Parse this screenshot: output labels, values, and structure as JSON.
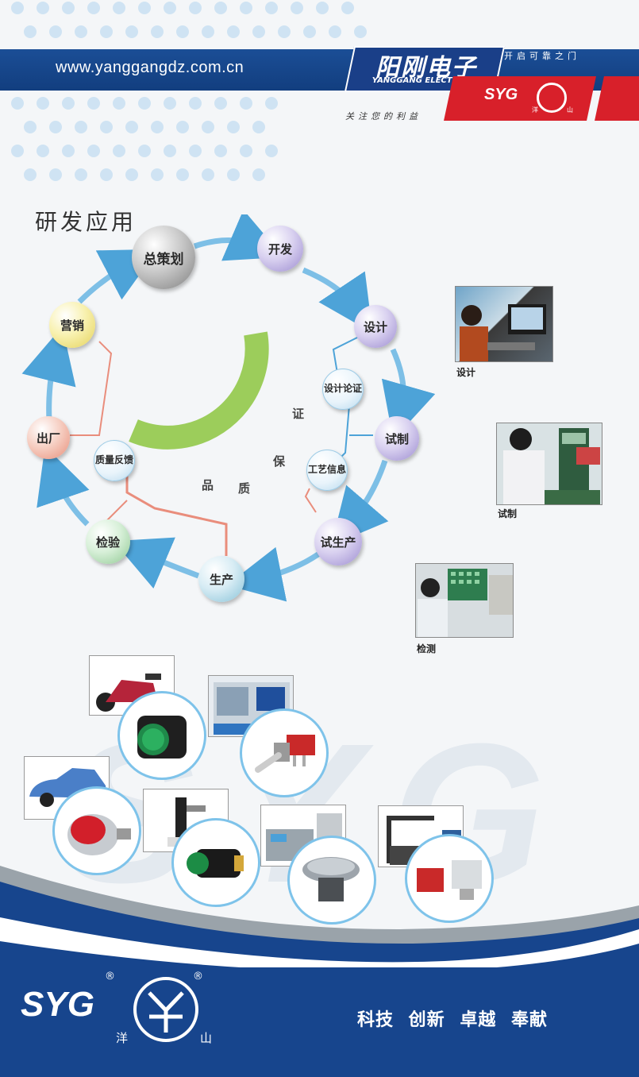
{
  "header": {
    "url": "www.yanggangdz.com.cn",
    "brand_cn": "阳刚电子",
    "brand_en": "YANGGANG ELECTRONIC",
    "slogan_open": "开启可靠之门",
    "slogan_care": "关注您的利益",
    "logo_text": "SYG",
    "logo_char_left": "洋",
    "logo_char_right": "山"
  },
  "section_title": "研发应用",
  "cycle": {
    "center": "总策划",
    "develop": "开发",
    "design": "设计",
    "trial": "试制",
    "trial_production": "试生产",
    "production": "生产",
    "inspection": "检验",
    "shipment": "出厂",
    "marketing": "营销",
    "design_review": "设计论证",
    "process_info": "工艺信息",
    "quality_feedback": "质量反馈",
    "quality_arc": [
      "品",
      "质",
      "保",
      "证"
    ]
  },
  "photos": {
    "design": "设计",
    "trial": "试制",
    "testing": "检测"
  },
  "background_letters": "SYG",
  "footer": {
    "logo_text": "SYG",
    "registered": "®",
    "char_left": "洋",
    "char_right": "山",
    "motto": "科技  创新  卓越  奉献"
  },
  "colors": {
    "brand_blue": "#17458d",
    "brand_red": "#d8202a",
    "arrow_blue": "#4da3d8",
    "quality_green": "#8cc63f"
  }
}
